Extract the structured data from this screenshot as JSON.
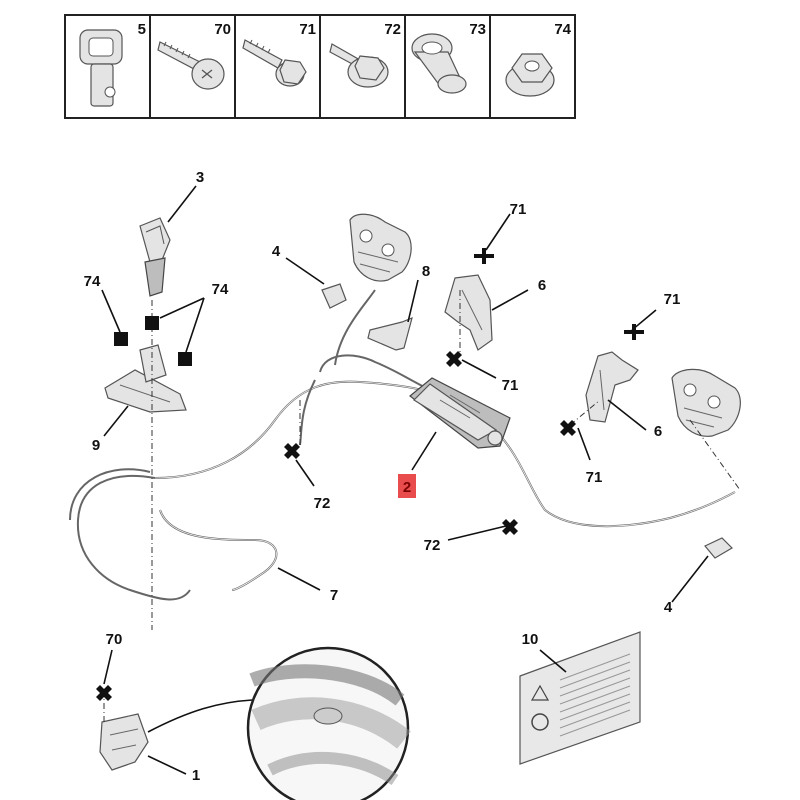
{
  "legend_table": {
    "cells": [
      {
        "num": "5",
        "icon": "fastener-clip-icon"
      },
      {
        "num": "70",
        "icon": "pan-head-screw-icon"
      },
      {
        "num": "71",
        "icon": "hex-flange-bolt-icon"
      },
      {
        "num": "72",
        "icon": "hex-bolt-washer-icon"
      },
      {
        "num": "73",
        "icon": "spacer-nut-icon"
      },
      {
        "num": "74",
        "icon": "flange-nut-icon"
      }
    ]
  },
  "callouts": {
    "c3": "3",
    "c4a": "4",
    "c8": "8",
    "c71a": "71",
    "c6a": "6",
    "c71b": "71",
    "c71c": "71",
    "c74a": "74",
    "c74b": "74",
    "c9": "9",
    "c72a": "72",
    "c2": "2",
    "c6b": "6",
    "c71d": "71",
    "c72b": "72",
    "c7": "7",
    "c4b": "4",
    "c70": "70",
    "c10": "10",
    "c1": "1"
  },
  "highlight_color": "#e84c4c"
}
